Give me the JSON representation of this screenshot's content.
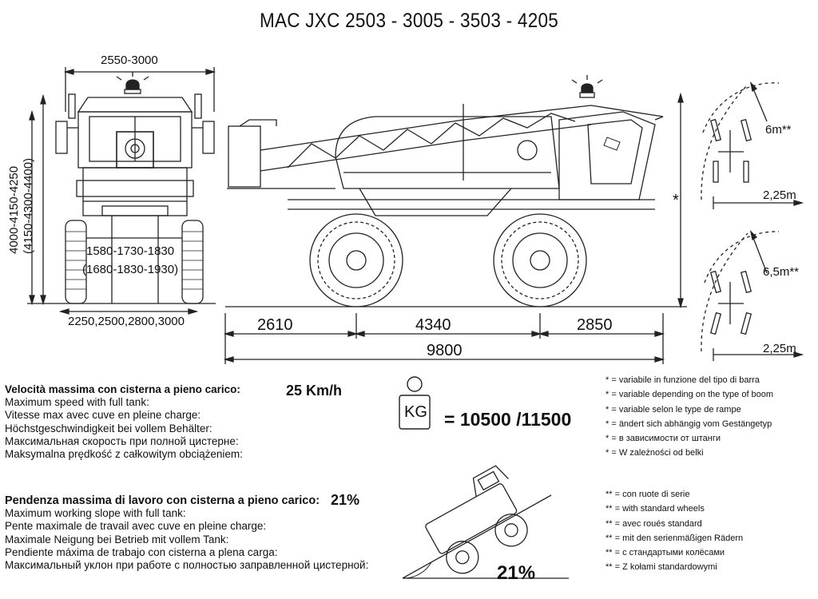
{
  "title": "MAC JXC  2503 - 3005 - 3503 - 4205",
  "front_view": {
    "width_top": "2550-3000",
    "height_1": "4000-4150-4250",
    "height_2": "(4150-4300-4400)",
    "track_1": "1580-1730-1830",
    "track_2": "(1680-1830-1930)",
    "width_bottom": "2250,2500,2800,3000"
  },
  "side_view": {
    "dim_front": "2610",
    "dim_wheelbase": "4340",
    "dim_rear": "2850",
    "dim_total": "9800",
    "height_mark": "*"
  },
  "turning": {
    "radius_1": "6m**",
    "width_1": "2,25m",
    "radius_2": "6,5m**",
    "width_2": "2,25m"
  },
  "speed": {
    "lines": [
      "Velocità massima con cisterna a pieno carico:",
      "Maximum speed with full tank:",
      "Vitesse max avec cuve en pleine charge:",
      "Höchstgeschwindigkeit bei vollem Behälter:",
      "Максимальная скорость при полной цистерне:",
      "Maksymalna prędkość z całkowitym obciążeniem:"
    ],
    "value": "25 Km/h"
  },
  "weight": {
    "icon_label": "KG",
    "value": "= 10500 /11500"
  },
  "slope": {
    "lines": [
      "Pendenza massima di lavoro con cisterna a pieno carico:",
      "Maximum working slope with full tank:",
      "Pente maximale de travail avec cuve en pleine charge:",
      "Maximale Neigung bei Betrieb mit vollem Tank:",
      "Pendiente máxima de trabajo con cisterna a plena carga:",
      "Максимальный уклон при работе с полностью заправленной цистерной:"
    ],
    "value": "21%",
    "figure_value": "21%"
  },
  "notes_single": [
    "* = variabile in funzione del tipo di barra",
    "* = variable depending on the type of boom",
    "* = variable selon le type de rampe",
    "* = ändert sich abhängig vom Gestängetyp",
    "* = в зависимости от штанги",
    "* = W zależności od belki"
  ],
  "notes_double": [
    "** = con ruote di serie",
    "** = with standard wheels",
    "** = avec roués standard",
    "** = mit den serienmäßigen Rädern",
    "** = с стандартыми колёсами",
    "** = Z kołami standardowymi"
  ]
}
